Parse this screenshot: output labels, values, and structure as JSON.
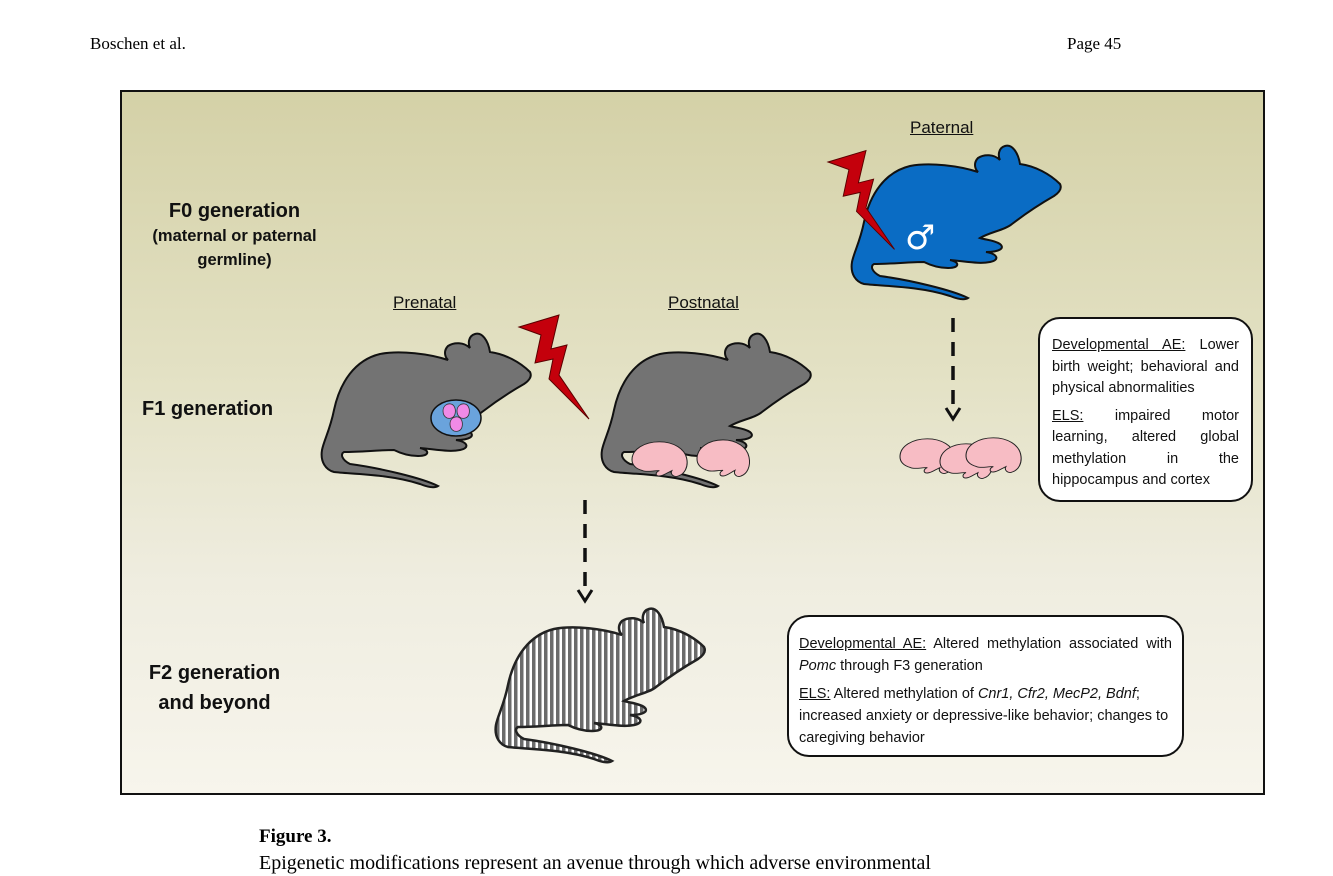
{
  "header": {
    "author": "Boschen et al.",
    "page": "Page 45"
  },
  "figure": {
    "generations": {
      "f0_title": "F0 generation",
      "f0_sub_line1": "(maternal or paternal",
      "f0_sub_line2": "germline)",
      "f1": "F1 generation",
      "f2_line1": "F2 generation",
      "f2_line2": "and beyond"
    },
    "sublabels": {
      "prenatal": "Prenatal",
      "postnatal": "Postnatal",
      "paternal": "Paternal"
    },
    "icons": {
      "male_symbol": "♂"
    },
    "colors": {
      "mouse_gray": "#737373",
      "mouse_blue": "#0a6cc4",
      "lightning_red": "#c4000c",
      "pup_pink": "#f7bcc4",
      "embryo_magenta": "#f08ae6",
      "womb_blue": "#6aa3dc"
    },
    "box_f1": {
      "dev_label": "Developmental AE:",
      "dev_text": " Lower birth weight; behavioral and physical abnormalities",
      "els_label": "ELS:",
      "els_text": " impaired motor learning, altered global methylation in the hippocampus and cortex"
    },
    "box_f2": {
      "dev_label": "Developmental AE:",
      "dev_text_a": " Altered methylation associated with ",
      "dev_gene": "Pomc",
      "dev_text_b": " through F3 generation",
      "els_label": "ELS:",
      "els_text_a": " Altered methylation of ",
      "els_genes": "Cnr1, Cfr2, MecP2, Bdnf",
      "els_text_b": "; increased anxiety or depressive-like behavior; changes to caregiving behavior"
    }
  },
  "caption": {
    "title": "Figure 3.",
    "text": "Epigenetic modifications represent an avenue through which adverse environmental"
  }
}
